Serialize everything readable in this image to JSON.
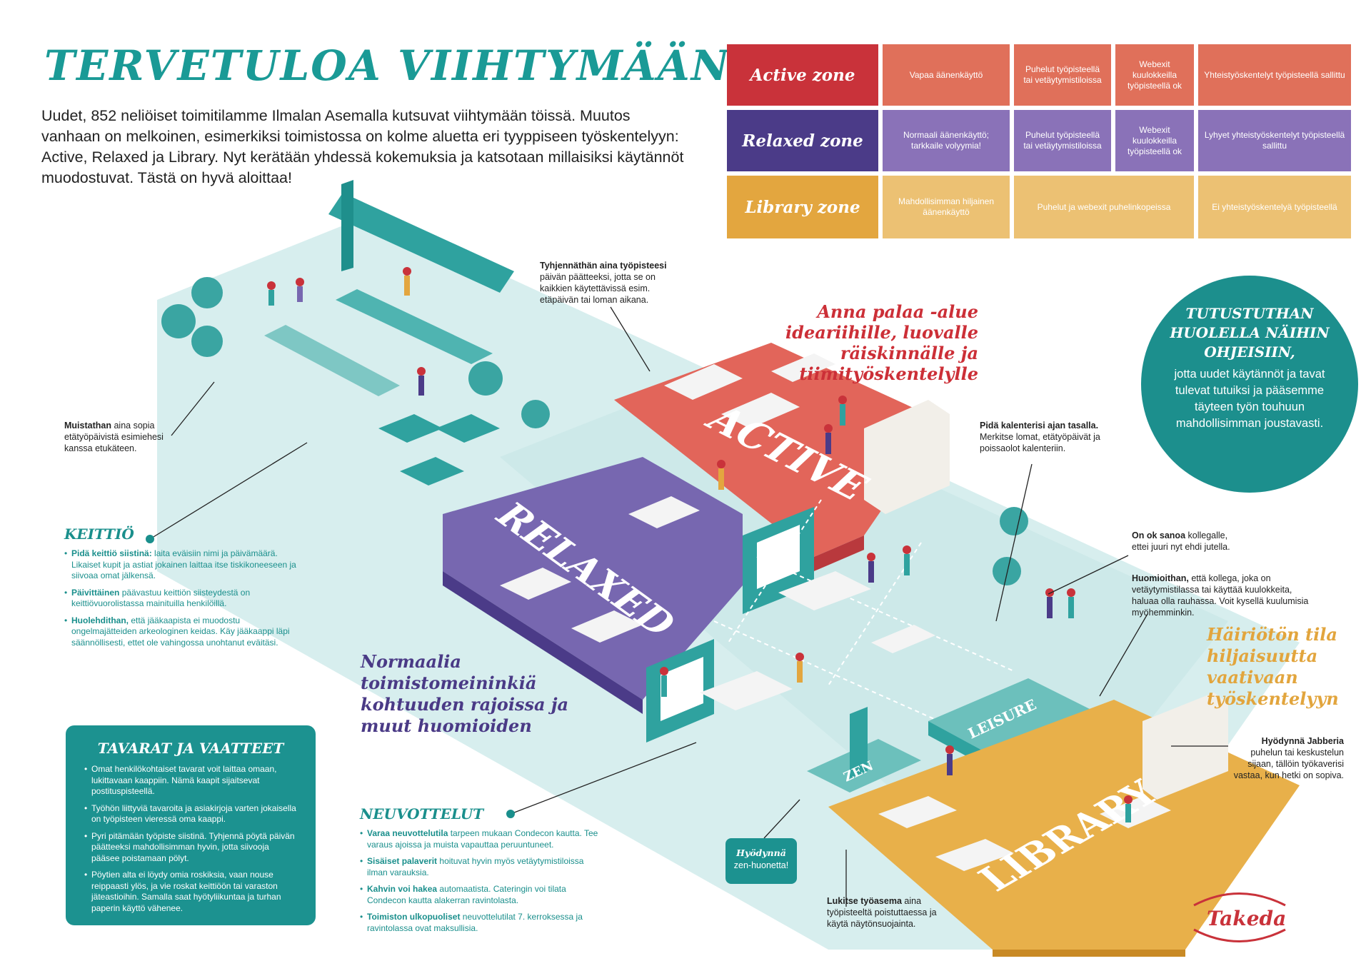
{
  "header": {
    "title": "TERVETULOA VIIHTYMÄÄN!",
    "intro": "Uudet, 852 neliöiset toimitilamme Ilmalan Asemalla kutsuvat viihtymään töissä. Muutos vanhaan on melkoinen, esimerkiksi toimistossa on kolme aluetta eri tyyppiseen työskentelyyn: Active, Relaxed ja Library. Nyt kerätään yhdessä kokemuksia ja katsotaan millaisiksi käytännöt muodostuvat. Tästä on hyvä aloittaa!"
  },
  "zones": {
    "active": {
      "name": "Active zone",
      "c1": "Vapaa äänenkäyttö",
      "c2": "Puhelut työpisteellä tai vetäytymistiloissa",
      "c3": "Webexit kuulokkeilla työpisteellä ok",
      "c4": "Yhteistyöskentelyt työpisteellä sallittu"
    },
    "relaxed": {
      "name": "Relaxed zone",
      "c1": "Normaali äänenkäyttö; tarkkaile volyymia!",
      "c2": "Puhelut työpisteellä tai vetäytymistiloissa",
      "c3": "Webexit kuulokkeilla työpisteellä ok",
      "c4": "Lyhyet yhteistyöskentelyt työpisteellä sallittu"
    },
    "library": {
      "name": "Library zone",
      "c1": "Mahdollisimman hiljainen äänenkäyttö",
      "c2": "Puhelut ja webexit puhelinkopeissa",
      "c4": "Ei yhteistyöskentelyä työpisteellä"
    }
  },
  "colors": {
    "active_head": "#c9323a",
    "active_cell": "#e0705a",
    "relaxed_head": "#4b3b88",
    "relaxed_cell": "#8a72b8",
    "library_head": "#e3a63f",
    "library_cell": "#ecc173",
    "teal": "#1c9290"
  },
  "callouts": {
    "tyhjenna_bold": "Tyhjennäthän aina työpisteesi",
    "tyhjenna_text": "päivän päätteeksi, jotta se on kaikkien käytettävissä esim. etäpäivän tai loman aikana.",
    "muistathan_bold": "Muistathan",
    "muistathan_text": "aina sopia etätyöpäivistä esimiehesi kanssa etukäteen.",
    "kalenteri_bold": "Pidä kalenterisi ajan tasalla.",
    "kalenteri_text": "Merkitse lomat, etätyöpäivät ja poissaolot kalenteriin.",
    "onok_bold": "On ok sanoa",
    "onok_text": "kollegalle, ettei juuri nyt ehdi jutella.",
    "huomioithan_bold": "Huomioithan,",
    "huomioithan_text": "että kollega, joka on vetäytymistilassa tai käyttää kuulokkeita, haluaa olla rauhassa. Voit kysellä kuulumisia myöhemminkin.",
    "jabber_bold": "Hyödynnä Jabberia",
    "jabber_text": "puhelun tai keskustelun sijaan, tällöin työkaverisi vastaa, kun hetki on sopiva.",
    "lukitse_bold": "Lukitse työasema",
    "lukitse_text": "aina työpisteeltä poistuttaessa ja käytä näytönsuojainta."
  },
  "circle": {
    "heading": "TUTUSTUTHAN HUOLELLA NÄIHIN OHJEISIIN,",
    "body": "jotta uudet käytännöt ja tavat tulevat tutuiksi ja pääsemme täyteen työn touhuun mahdollisimman joustavasti."
  },
  "slogans": {
    "active": "Anna palaa -alue ideariihille, luovalle räiskinnälle ja tiimityöskentelylle",
    "relaxed": "Normaalia toimistomeininkiä kohtuuden rajoissa ja muut huomioiden",
    "library": "Häiriötön tila hiljaisuutta vaativaan työskentelyyn"
  },
  "keittio": {
    "title": "KEITTIÖ",
    "items": [
      {
        "bold": "Pidä keittiö siistinä:",
        "text": "laita eväisiin nimi ja päivämäärä. Likaiset kupit ja astiat jokainen laittaa itse tiskikoneeseen ja siivoaa omat jälkensä."
      },
      {
        "bold": "Päivittäinen",
        "text": "päävastuu keittiön siisteydestä on keittiövuorolistassa mainituilla henkilöillä."
      },
      {
        "bold": "Huolehdithan,",
        "text": "että jääkaapista ei muodostu ongelmajätteiden arkeologinen keidas. Käy jääkaappi läpi säännöllisesti, ettet ole vahingossa unohtanut eväitäsi."
      }
    ]
  },
  "tavarat": {
    "title": "TAVARAT JA VAATTEET",
    "items": [
      "Omat henkilökohtaiset tavarat voit laittaa omaan, lukittavaan kaappiin. Nämä kaapit sijaitsevat postituspisteellä.",
      "Työhön liittyviä tavaroita ja asiakirjoja varten jokaisella on työpisteen vieressä oma kaappi.",
      "Pyri pitämään työpiste siistinä. Tyhjennä pöytä päivän päätteeksi mahdollisimman hyvin, jotta siivooja pääsee poistamaan pölyt.",
      "Pöytien alta ei löydy omia roskiksia, vaan nouse reippaasti ylös, ja vie roskat keittiöön tai varaston jäteastioihin. Samalla saat hyötyliikuntaa ja turhan paperin käyttö vähenee."
    ]
  },
  "neuvottelut": {
    "title": "NEUVOTTELUT",
    "items": [
      {
        "bold": "Varaa neuvottelutila",
        "text": "tarpeen mukaan Condecon kautta. Tee varaus ajoissa ja muista vapauttaa peruuntuneet."
      },
      {
        "bold": "Sisäiset palaverit",
        "text": "hoituvat hyvin myös vetäytymistiloissa ilman varauksia."
      },
      {
        "bold": "Kahvin voi hakea",
        "text": "automaatista. Cateringin voi tilata Condecon kautta alakerran ravintolasta."
      },
      {
        "bold": "Toimiston ulkopuoliset",
        "text": "neuvottelutilat 7. kerroksessa ja ravintolassa ovat maksullisia."
      }
    ]
  },
  "zen_badge": {
    "line1": "Hyödynnä",
    "line2": "zen-huonetta!"
  },
  "floor_labels": {
    "active": "ACTIVE",
    "relaxed": "RELAXED",
    "library": "LIBRARY",
    "leisure": "LEISURE",
    "zen": "ZEN"
  },
  "logo": {
    "text": "Takeda"
  }
}
